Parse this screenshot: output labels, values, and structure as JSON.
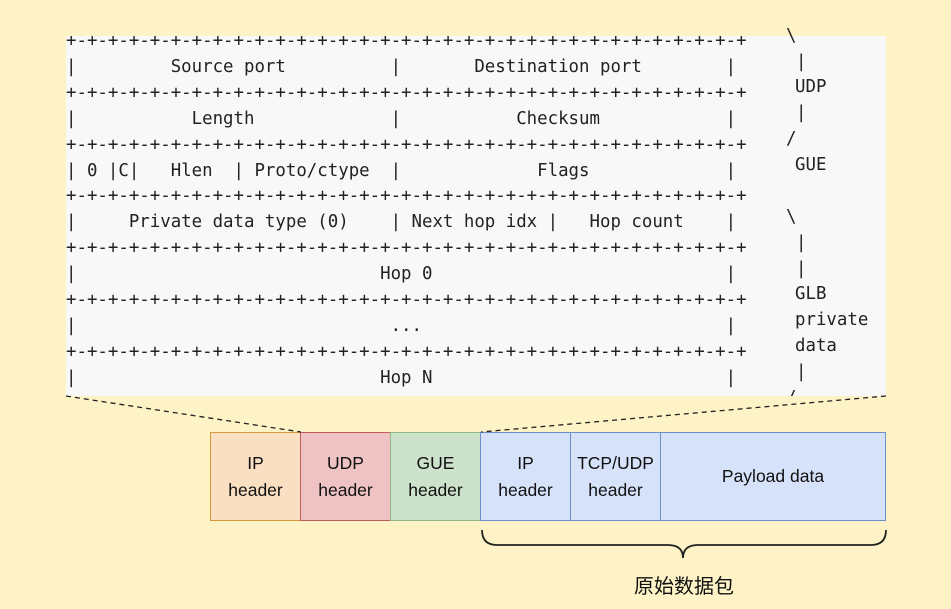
{
  "ascii_table_lines": [
    "+-+-+-+-+-+-+-+-+-+-+-+-+-+-+-+-+-+-+-+-+-+-+-+-+-+-+-+-+-+-+-+-+",
    "|         Source port          |       Destination port        |",
    "+-+-+-+-+-+-+-+-+-+-+-+-+-+-+-+-+-+-+-+-+-+-+-+-+-+-+-+-+-+-+-+-+",
    "|           Length             |           Checksum            |",
    "+-+-+-+-+-+-+-+-+-+-+-+-+-+-+-+-+-+-+-+-+-+-+-+-+-+-+-+-+-+-+-+-+",
    "| 0 |C|   Hlen  | Proto/ctype  |             Flags             |",
    "+-+-+-+-+-+-+-+-+-+-+-+-+-+-+-+-+-+-+-+-+-+-+-+-+-+-+-+-+-+-+-+-+",
    "|     Private data type (0)    | Next hop idx |   Hop count    |",
    "+-+-+-+-+-+-+-+-+-+-+-+-+-+-+-+-+-+-+-+-+-+-+-+-+-+-+-+-+-+-+-+-+",
    "|                             Hop 0                            |",
    "+-+-+-+-+-+-+-+-+-+-+-+-+-+-+-+-+-+-+-+-+-+-+-+-+-+-+-+-+-+-+-+-+",
    "|                              ...                             |",
    "+-+-+-+-+-+-+-+-+-+-+-+-+-+-+-+-+-+-+-+-+-+-+-+-+-+-+-+-+-+-+-+-+",
    "|                             Hop N                            |",
    "+-+-+-+-+-+-+-+-+-+-+-+-+-+-+-+-+-+-+-+-+-+-+-+-+-+-+-+-+-+-+-+-+"
  ],
  "side_annotations": {
    "udp": [
      "\\",
      "|",
      "UDP",
      "|",
      "/"
    ],
    "gue": "GUE",
    "glb": [
      "\\",
      "|",
      "|",
      "GLB",
      "private",
      "data",
      "|",
      "/"
    ]
  },
  "packet_boxes": [
    {
      "label": "IP\nheader",
      "fill": "#fadfc2",
      "stroke": "#d69a3c"
    },
    {
      "label": "UDP\nheader",
      "fill": "#efc3c3",
      "stroke": "#c25b5b"
    },
    {
      "label": "GUE\nheader",
      "fill": "#cde2cb",
      "stroke": "#8fb78a"
    },
    {
      "label": "IP\nheader",
      "fill": "#d6e2fa",
      "stroke": "#6e8fc7"
    },
    {
      "label": "TCP/UDP\nheader",
      "fill": "#d6e2fa",
      "stroke": "#6e8fc7"
    },
    {
      "label": "Payload data",
      "fill": "#d6e2fa",
      "stroke": "#6e8fc7"
    }
  ],
  "bracket_caption": "原始数据包",
  "colors": {
    "line": "#222222",
    "panel": "#f8f8f8",
    "background": "#fdf3c6"
  }
}
